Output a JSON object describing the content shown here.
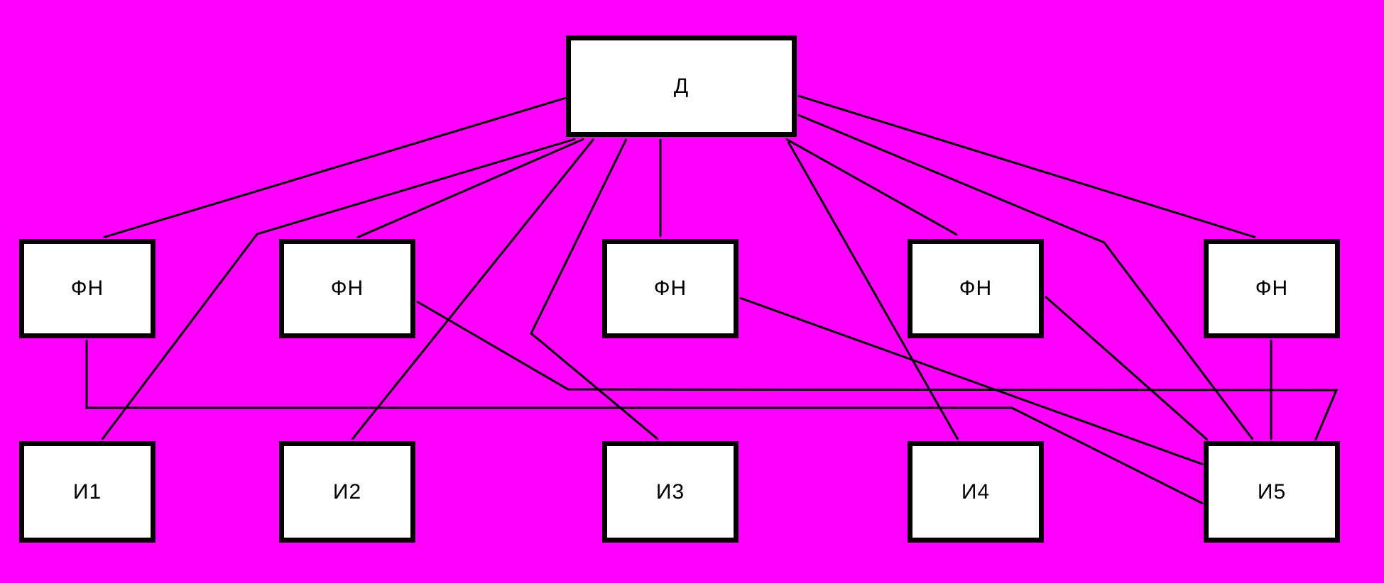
{
  "diagram": {
    "description": "Hierarchy diagram: top node D linked by arrows to five FN nodes and five I nodes; each FN node also feeds I5",
    "colors": {
      "background": "#ff00ff",
      "box_fill": "#ffffff",
      "box_border": "#000000",
      "line": "#000000"
    },
    "boxes": [
      {
        "id": "D",
        "label": "Д"
      },
      {
        "id": "FN1",
        "label": "ФН"
      },
      {
        "id": "FN2",
        "label": "ФН"
      },
      {
        "id": "FN3",
        "label": "ФН"
      },
      {
        "id": "FN4",
        "label": "ФН"
      },
      {
        "id": "FN5",
        "label": "ФН"
      },
      {
        "id": "I1",
        "label": "И1"
      },
      {
        "id": "I2",
        "label": "И2"
      },
      {
        "id": "I3",
        "label": "И3"
      },
      {
        "id": "I4",
        "label": "И4"
      },
      {
        "id": "I5",
        "label": "И5"
      }
    ],
    "edges": [
      {
        "from": "D",
        "to": "FN1"
      },
      {
        "from": "D",
        "to": "FN2"
      },
      {
        "from": "D",
        "to": "FN3"
      },
      {
        "from": "D",
        "to": "FN4"
      },
      {
        "from": "D",
        "to": "FN5"
      },
      {
        "from": "D",
        "to": "I1"
      },
      {
        "from": "D",
        "to": "I2"
      },
      {
        "from": "D",
        "to": "I3"
      },
      {
        "from": "D",
        "to": "I4"
      },
      {
        "from": "D",
        "to": "I5"
      },
      {
        "from": "FN1",
        "to": "I5"
      },
      {
        "from": "FN2",
        "to": "I5"
      },
      {
        "from": "FN3",
        "to": "I5"
      },
      {
        "from": "FN4",
        "to": "I5"
      },
      {
        "from": "FN5",
        "to": "I5"
      }
    ]
  }
}
